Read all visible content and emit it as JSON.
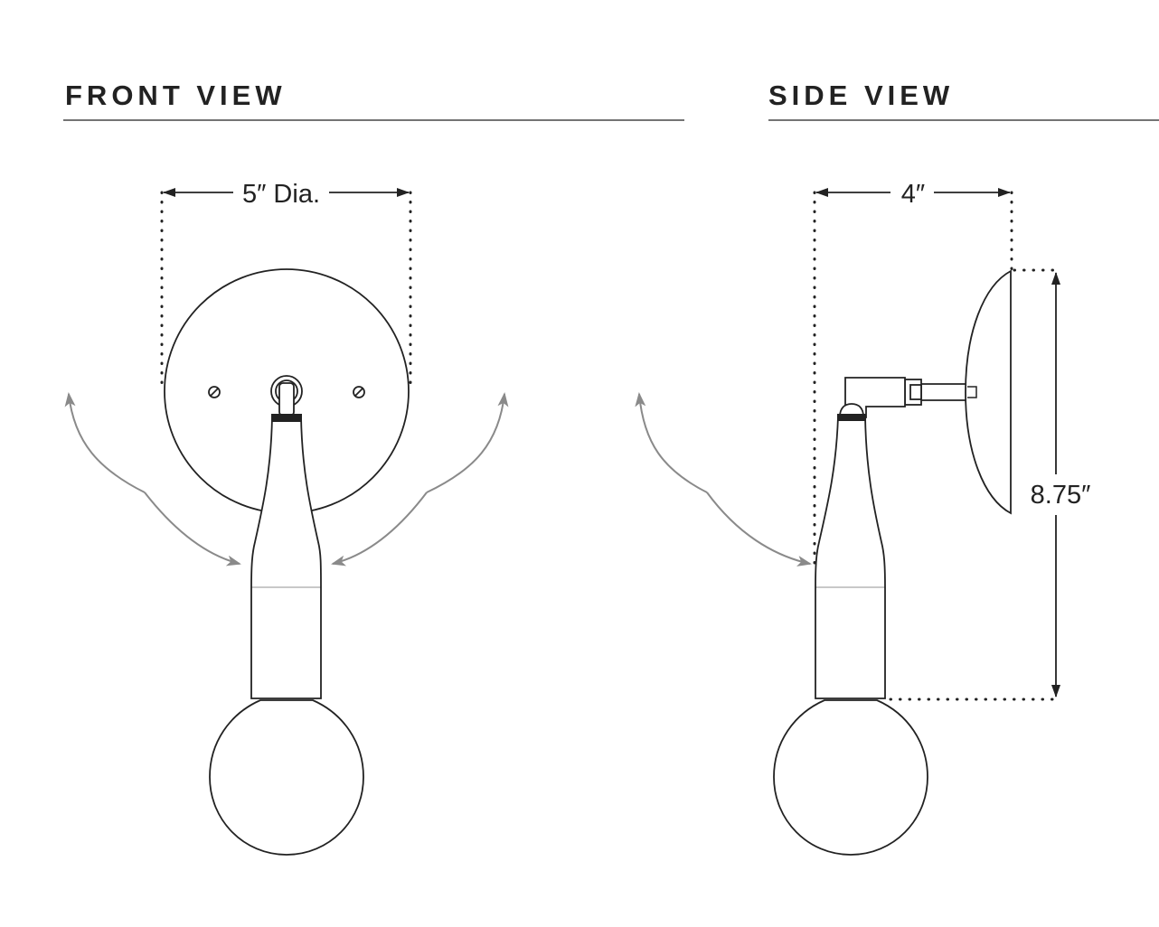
{
  "views": {
    "front": {
      "title": "FRONT VIEW"
    },
    "side": {
      "title": "SIDE VIEW"
    }
  },
  "dimensions": {
    "front_diameter": "5″ Dia.",
    "side_depth": "4″",
    "side_height": "8.75″"
  },
  "colors": {
    "line": "#222222",
    "arrow": "#8a8a8a"
  }
}
